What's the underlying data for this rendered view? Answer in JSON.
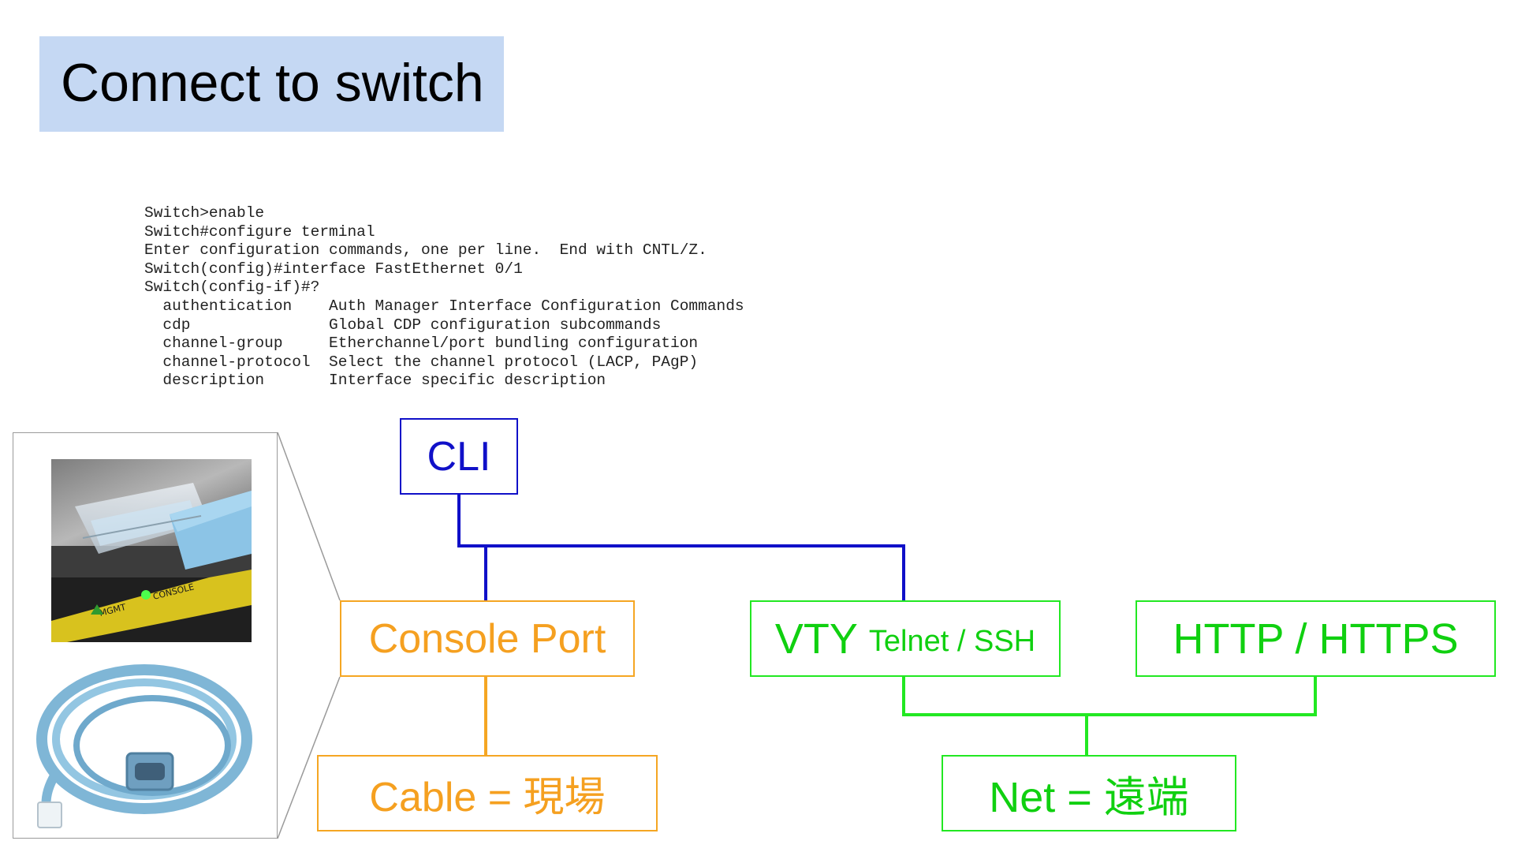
{
  "title": "Connect to switch",
  "terminal_lines": [
    "Switch>enable",
    "Switch#configure terminal",
    "Enter configuration commands, one per line.  End with CNTL/Z.",
    "Switch(config)#interface FastEthernet 0/1",
    "Switch(config-if)#?",
    "  authentication    Auth Manager Interface Configuration Commands",
    "  cdp               Global CDP configuration subcommands",
    "  channel-group     Etherchannel/port bundling configuration",
    "  channel-protocol  Select the channel protocol (LACP, PAgP)",
    "  description       Interface specific description"
  ],
  "nodes": {
    "cli": "CLI",
    "console_port": "Console Port",
    "cable": "Cable = 現場",
    "vty": "VTY",
    "vty_protocols": "Telnet / SSH",
    "http": "HTTP / HTTPS",
    "net": "Net = 遠端"
  },
  "photo_labels": {
    "mgmt": "MGMT",
    "console": "CONSOLE"
  },
  "colors": {
    "title_background": "#c5d8f3",
    "cli": "#1010c8",
    "local": "#f5a623",
    "remote": "#22e822"
  }
}
